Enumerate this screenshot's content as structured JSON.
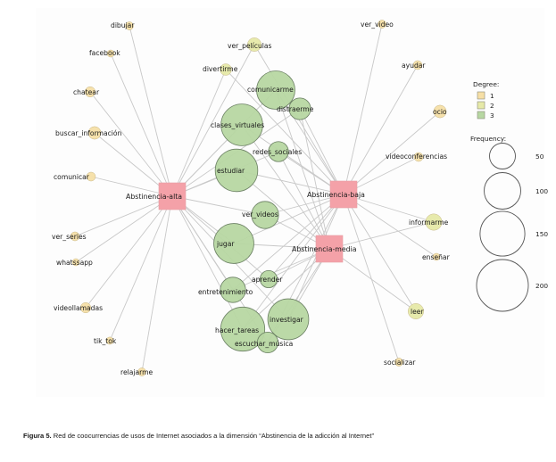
{
  "figure": {
    "caption_label": "Figura 5.",
    "caption_text": " Red de coocurrencias de usos de Internet asociados a la dimensión “Abstinencia de la adicción al Internet”"
  },
  "colors": {
    "degree_1": "#f6dfa6",
    "degree_2": "#e6e9a8",
    "degree_3": "#b7d7a2",
    "category": "#f4a1a8",
    "edge": "#c8c8c8"
  },
  "legend": {
    "degree_title": "Degree:",
    "degree_items": [
      {
        "label": "1",
        "color_key": "degree_1"
      },
      {
        "label": "2",
        "color_key": "degree_2"
      },
      {
        "label": "3",
        "color_key": "degree_3"
      }
    ],
    "frequency_title": "Frequency:",
    "frequency_items": [
      "50",
      "100",
      "150",
      "200"
    ]
  },
  "chart_data": {
    "type": "network",
    "title": "Red de coocurrencias de usos de Internet asociados a la dimensión “Abstinencia de la adicción al Internet”",
    "categories": [
      "Abstinencia-alta",
      "Abstinencia-baja",
      "Abstinencia-media"
    ],
    "nodes": [
      {
        "id": "dibujar",
        "degree": 1,
        "frequency": 5,
        "links": [
          "Abstinencia-alta"
        ]
      },
      {
        "id": "facebook",
        "degree": 1,
        "frequency": 2,
        "links": [
          "Abstinencia-alta"
        ]
      },
      {
        "id": "chatear",
        "degree": 1,
        "frequency": 8,
        "links": [
          "Abstinencia-alta"
        ]
      },
      {
        "id": "buscar_información",
        "degree": 1,
        "frequency": 12,
        "links": [
          "Abstinencia-alta"
        ]
      },
      {
        "id": "comunicar",
        "degree": 1,
        "frequency": 6,
        "links": [
          "Abstinencia-alta"
        ]
      },
      {
        "id": "ver_series",
        "degree": 1,
        "frequency": 6,
        "links": [
          "Abstinencia-alta"
        ]
      },
      {
        "id": "whatssapp",
        "degree": 1,
        "frequency": 2,
        "links": [
          "Abstinencia-alta"
        ]
      },
      {
        "id": "videollamadas",
        "degree": 1,
        "frequency": 8,
        "links": [
          "Abstinencia-alta"
        ]
      },
      {
        "id": "tik_tok",
        "degree": 1,
        "frequency": 4,
        "links": [
          "Abstinencia-alta"
        ]
      },
      {
        "id": "relajarme",
        "degree": 1,
        "frequency": 5,
        "links": [
          "Abstinencia-alta"
        ]
      },
      {
        "id": "ver_video",
        "degree": 1,
        "frequency": 5,
        "links": [
          "Abstinencia-baja"
        ]
      },
      {
        "id": "ayudar",
        "degree": 1,
        "frequency": 6,
        "links": [
          "Abstinencia-baja"
        ]
      },
      {
        "id": "ocio",
        "degree": 1,
        "frequency": 12,
        "links": [
          "Abstinencia-baja"
        ]
      },
      {
        "id": "videoconferencias",
        "degree": 1,
        "frequency": 6,
        "links": [
          "Abstinencia-baja"
        ]
      },
      {
        "id": "enseñar",
        "degree": 1,
        "frequency": 3,
        "links": [
          "Abstinencia-baja"
        ]
      },
      {
        "id": "socializar",
        "degree": 1,
        "frequency": 5,
        "links": [
          "Abstinencia-baja"
        ]
      },
      {
        "id": "ver_películas",
        "degree": 2,
        "frequency": 14,
        "links": [
          "Abstinencia-alta",
          "Abstinencia-baja"
        ]
      },
      {
        "id": "divertirme",
        "degree": 2,
        "frequency": 10,
        "links": [
          "Abstinencia-alta",
          "Abstinencia-baja"
        ]
      },
      {
        "id": "informarme",
        "degree": 2,
        "frequency": 20,
        "links": [
          "Abstinencia-baja",
          "Abstinencia-media"
        ]
      },
      {
        "id": "leer",
        "degree": 2,
        "frequency": 18,
        "links": [
          "Abstinencia-baja",
          "Abstinencia-media"
        ]
      },
      {
        "id": "comunicarme",
        "degree": 3,
        "frequency": 110,
        "links": [
          "Abstinencia-alta",
          "Abstinencia-baja",
          "Abstinencia-media"
        ]
      },
      {
        "id": "distraerme",
        "degree": 3,
        "frequency": 35,
        "links": [
          "Abstinencia-alta",
          "Abstinencia-baja",
          "Abstinencia-media"
        ]
      },
      {
        "id": "clases_virtuales",
        "degree": 3,
        "frequency": 130,
        "links": [
          "Abstinencia-alta",
          "Abstinencia-baja",
          "Abstinencia-media"
        ]
      },
      {
        "id": "redes_sociales",
        "degree": 3,
        "frequency": 30,
        "links": [
          "Abstinencia-alta",
          "Abstinencia-baja",
          "Abstinencia-media"
        ]
      },
      {
        "id": "estudiar",
        "degree": 3,
        "frequency": 135,
        "links": [
          "Abstinencia-alta",
          "Abstinencia-baja",
          "Abstinencia-media"
        ]
      },
      {
        "id": "ver_videos",
        "degree": 3,
        "frequency": 55,
        "links": [
          "Abstinencia-alta",
          "Abstinencia-baja",
          "Abstinencia-media"
        ]
      },
      {
        "id": "jugar",
        "degree": 3,
        "frequency": 120,
        "links": [
          "Abstinencia-alta",
          "Abstinencia-baja",
          "Abstinencia-media"
        ]
      },
      {
        "id": "aprender",
        "degree": 3,
        "frequency": 22,
        "links": [
          "Abstinencia-alta",
          "Abstinencia-baja",
          "Abstinencia-media"
        ]
      },
      {
        "id": "entretenimiento",
        "degree": 3,
        "frequency": 48,
        "links": [
          "Abstinencia-alta",
          "Abstinencia-baja",
          "Abstinencia-media"
        ]
      },
      {
        "id": "hacer_tareas",
        "degree": 3,
        "frequency": 145,
        "links": [
          "Abstinencia-alta",
          "Abstinencia-baja",
          "Abstinencia-media"
        ]
      },
      {
        "id": "investigar",
        "degree": 3,
        "frequency": 125,
        "links": [
          "Abstinencia-alta",
          "Abstinencia-baja",
          "Abstinencia-media"
        ]
      },
      {
        "id": "escuchar_música",
        "degree": 3,
        "frequency": 32,
        "links": [
          "Abstinencia-alta",
          "Abstinencia-baja",
          "Abstinencia-media"
        ]
      }
    ],
    "legend": {
      "degree": [
        1,
        2,
        3
      ],
      "frequency": [
        50,
        100,
        150,
        200
      ],
      "placement": "right"
    }
  }
}
